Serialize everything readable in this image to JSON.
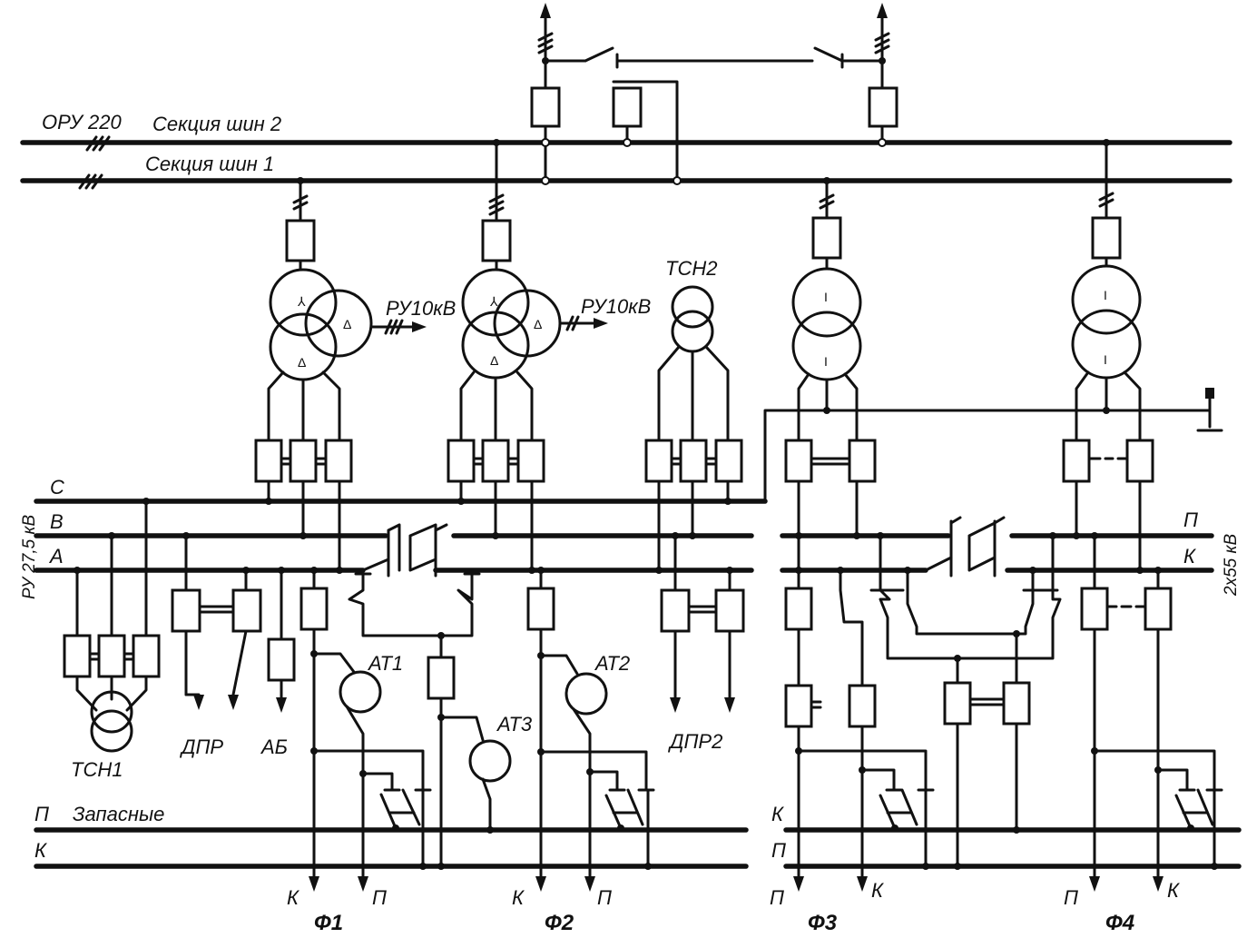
{
  "ru220": "ОРУ 220",
  "bus2": "Секция шин 2",
  "bus1": "Секция шин 1",
  "ru10_1": "РУ10кВ",
  "ru10_2": "РУ10кВ",
  "tsn2": "ТСН2",
  "tsn1": "ТСН1",
  "ru27": "РУ 27,5 кВ",
  "phaseC": "С",
  "phaseB": "В",
  "phaseA": "А",
  "ru2x55": "2х55 кВ",
  "rightP": "П",
  "rightK": "К",
  "dpr": "ДПР",
  "ab": "АБ",
  "dpr2": "ДПР2",
  "at1": "АТ1",
  "at2": "АТ2",
  "at3": "АТ3",
  "spareP": "П",
  "spare": "Запасные",
  "spareK": "К",
  "rbK": "К",
  "rbP": "П",
  "f1": "Ф1",
  "f2": "Ф2",
  "f3": "Ф3",
  "f4": "Ф4",
  "f1K": "К",
  "f1P": "П",
  "f2K": "К",
  "f2P": "П",
  "f3P": "П",
  "f3K": "К",
  "f4P": "П",
  "f4K": "К",
  "star": "⅄",
  "delta": "Δ",
  "tick": "I"
}
